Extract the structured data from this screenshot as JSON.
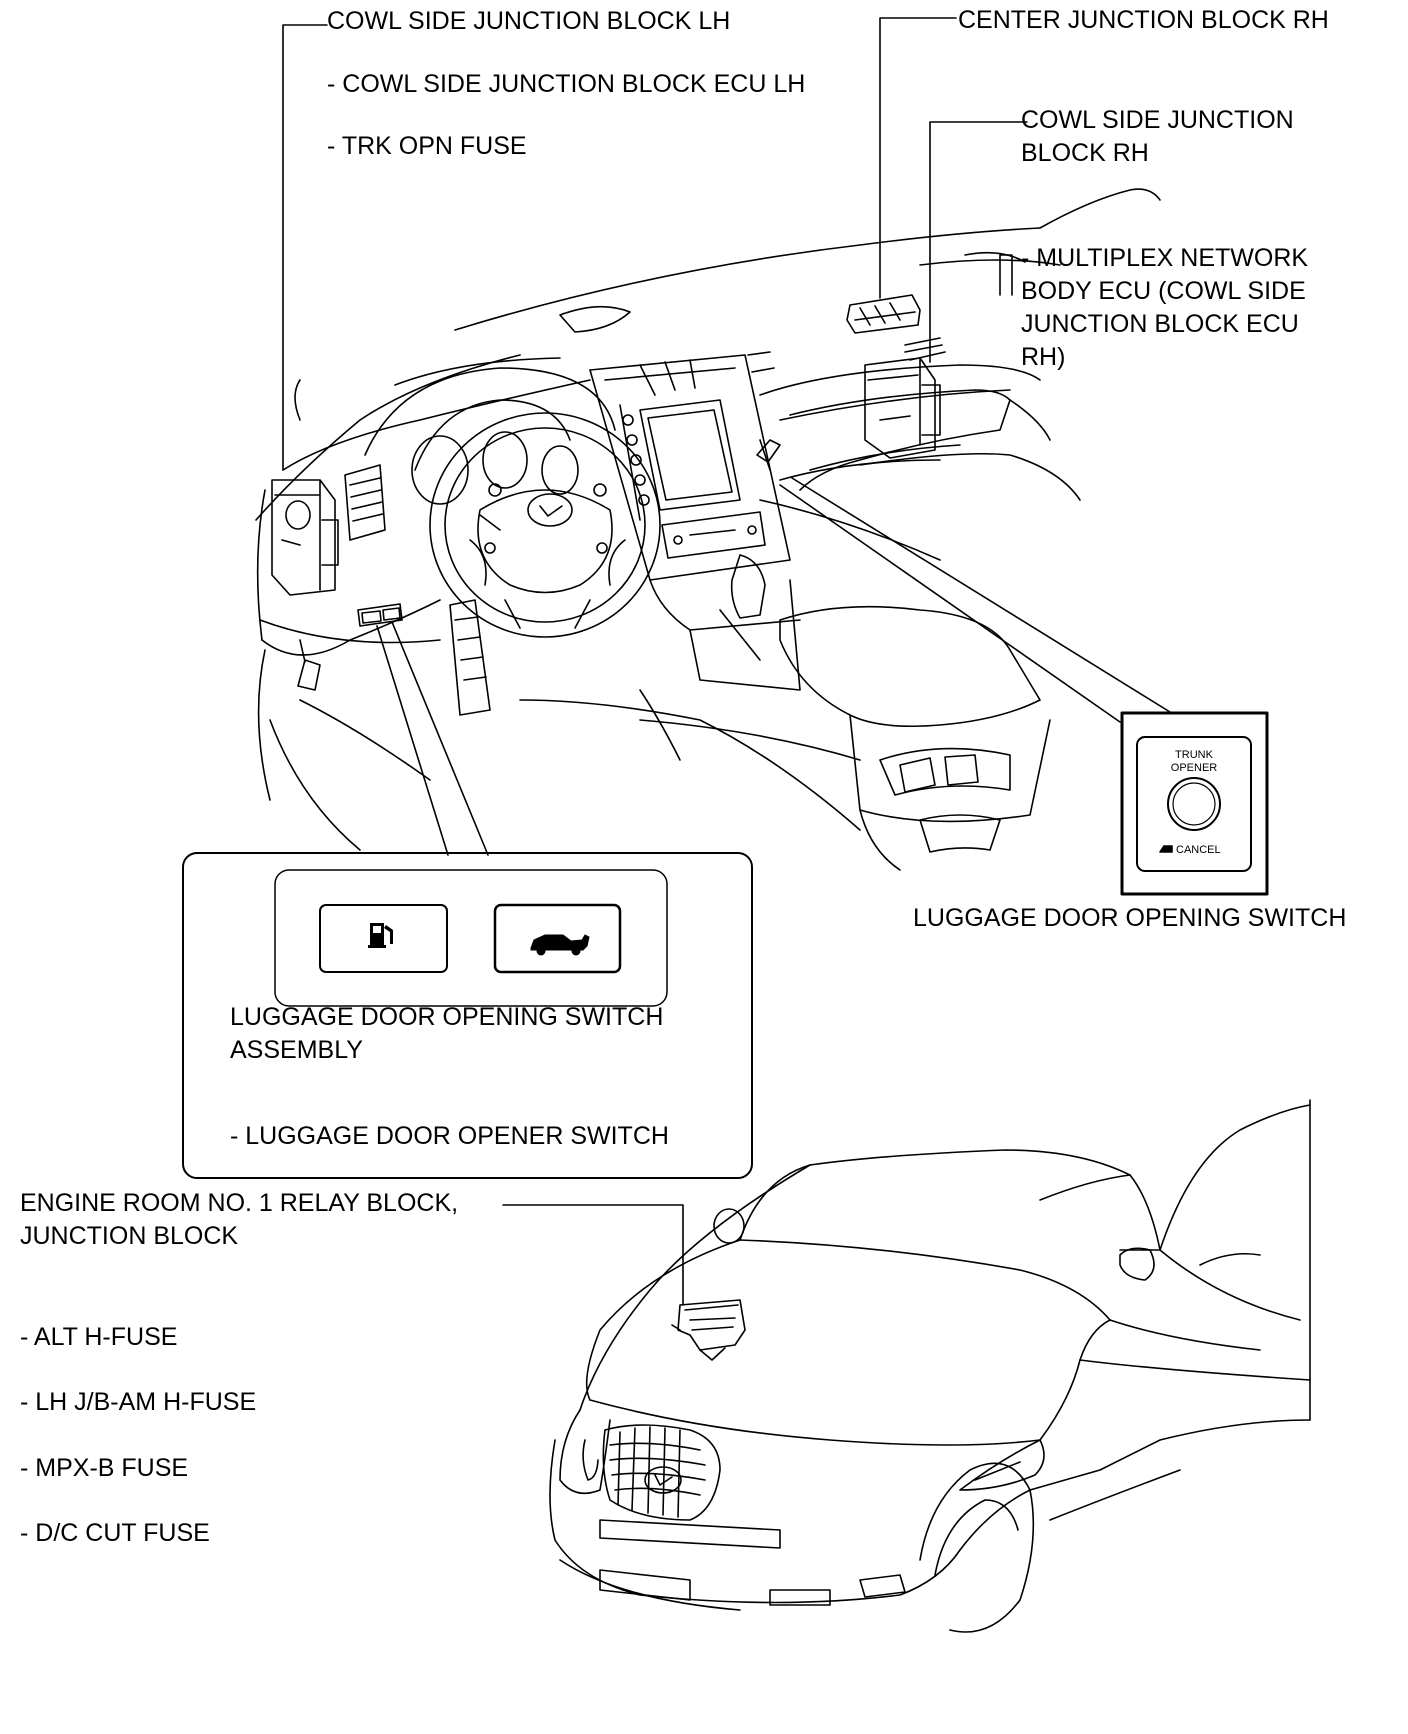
{
  "labels": {
    "cowl_lh_title": "COWL SIDE JUNCTION BLOCK LH",
    "cowl_lh_ecu": "- COWL SIDE JUNCTION BLOCK ECU LH",
    "cowl_lh_fuse": "- TRK OPN FUSE",
    "center_jb_rh": "CENTER JUNCTION BLOCK RH",
    "cowl_rh_title": "COWL SIDE JUNCTION\nBLOCK RH",
    "cowl_rh_ecu": "- MULTIPLEX NETWORK\nBODY ECU (COWL SIDE\nJUNCTION BLOCK ECU\nRH)",
    "trunk_opener_top": "TRUNK",
    "trunk_opener_bottom": "OPENER",
    "cancel": "CANCEL",
    "luggage_switch": "LUGGAGE DOOR OPENING SWITCH",
    "luggage_assembly": "LUGGAGE DOOR OPENING SWITCH\nASSEMBLY",
    "luggage_opener": "- LUGGAGE DOOR OPENER SWITCH",
    "engine_room": "ENGINE ROOM NO. 1 RELAY BLOCK,\nJUNCTION BLOCK",
    "alt_fuse": "- ALT H-FUSE",
    "lh_jb_fuse": "- LH J/B-AM H-FUSE",
    "mpx_fuse": "- MPX-B FUSE",
    "dc_cut_fuse": "- D/C CUT FUSE"
  },
  "icons": {
    "fuel_door": "fuel-pump-icon",
    "trunk": "car-trunk-icon",
    "lexus": "lexus-emblem-icon"
  }
}
